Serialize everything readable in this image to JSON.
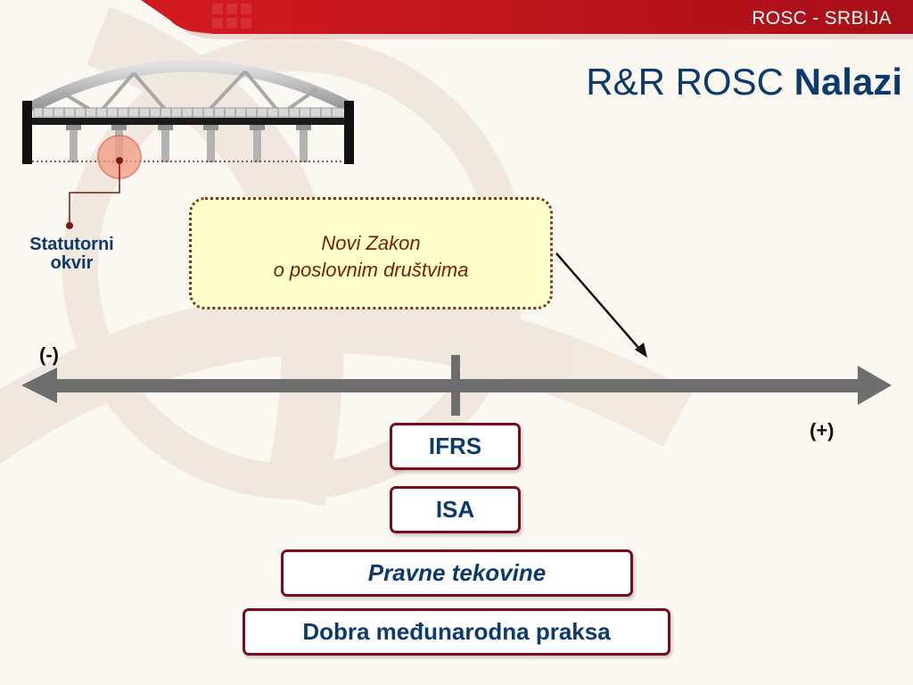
{
  "header": {
    "tag": "ROSC - SRBIJA",
    "title_regular": "R&R ROSC",
    "title_bold": "Nalazi"
  },
  "bridge": {
    "label": "Statutorni okvir"
  },
  "callout": {
    "line1": "Novi Zakon",
    "line2": "o poslovnim društvima"
  },
  "scale": {
    "negative_label": "(-)",
    "positive_label": "(+)"
  },
  "pillars": [
    {
      "label": "IFRS"
    },
    {
      "label": "ISA"
    },
    {
      "label": "Pravne tekovine"
    },
    {
      "label": "Dobra međunarodna praksa"
    }
  ],
  "colors": {
    "banner_red": "#b8141c",
    "title_blue": "#0d3a6e",
    "callout_fill": "#ffffcc",
    "pill_border": "#7a0d1c",
    "scale_gray": "#6e6e6e"
  }
}
